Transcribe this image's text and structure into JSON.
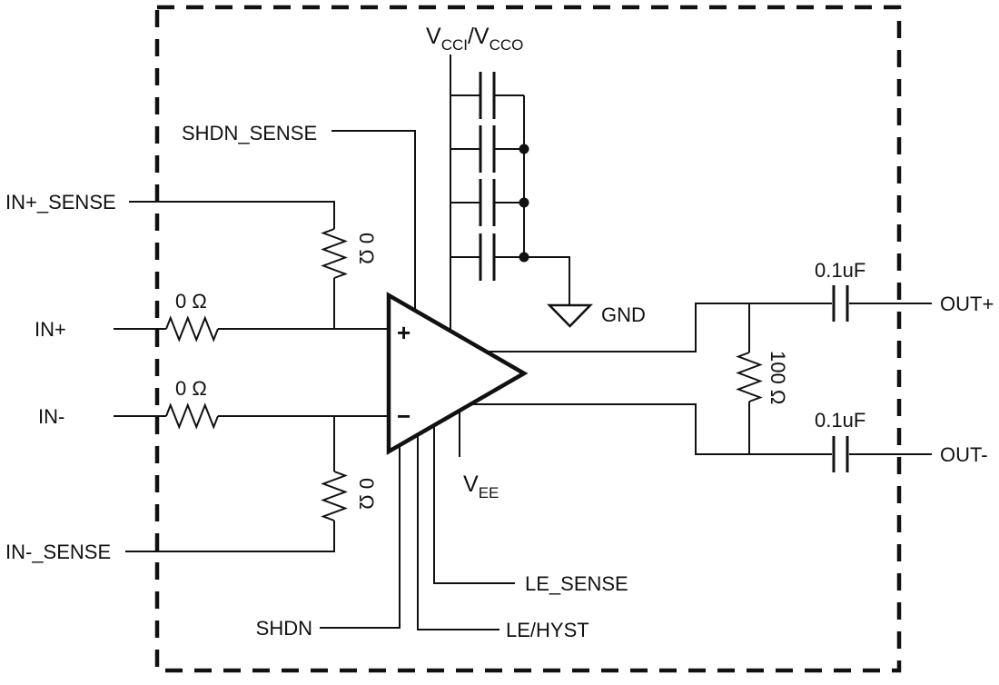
{
  "schematic": {
    "supply": {
      "vcc": {
        "v1": "V",
        "sub1": "CCI",
        "v2": "/V",
        "sub2": "CCO"
      },
      "vee": {
        "v": "V",
        "sub": "EE"
      },
      "gnd_label": "GND"
    },
    "left_pins": {
      "in_plus_sense": "IN+_SENSE",
      "in_plus": "IN+",
      "in_minus": "IN-",
      "in_minus_sense": "IN-_SENSE"
    },
    "bottom_pins": {
      "shdn_sense": "SHDN_SENSE",
      "shdn": "SHDN",
      "le_hyst": "LE/HYST",
      "le_sense": "LE_SENSE"
    },
    "right_pins": {
      "out_plus": "OUT+",
      "out_minus": "OUT-"
    },
    "components": {
      "r_in_plus": "0 Ω",
      "r_in_minus": "0 Ω",
      "r_in_plus_sense": "0 Ω",
      "r_in_minus_sense": "0 Ω",
      "r_termination": "100 Ω",
      "c_out_plus": "0.1uF",
      "c_out_minus": "0.1uF"
    },
    "amp": {
      "plus": "+",
      "minus": "−"
    },
    "colors": {
      "stroke": "#111111",
      "background": "#ffffff"
    }
  }
}
